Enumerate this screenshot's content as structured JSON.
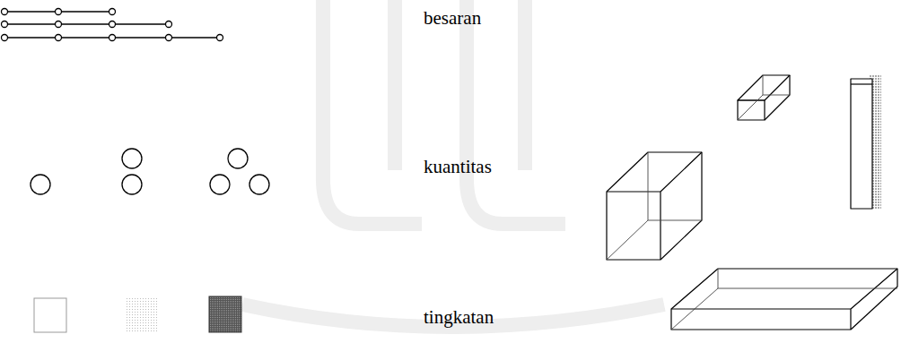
{
  "diagram": {
    "labels": [
      "besaran",
      "kuantitas",
      "tingkatan"
    ]
  }
}
